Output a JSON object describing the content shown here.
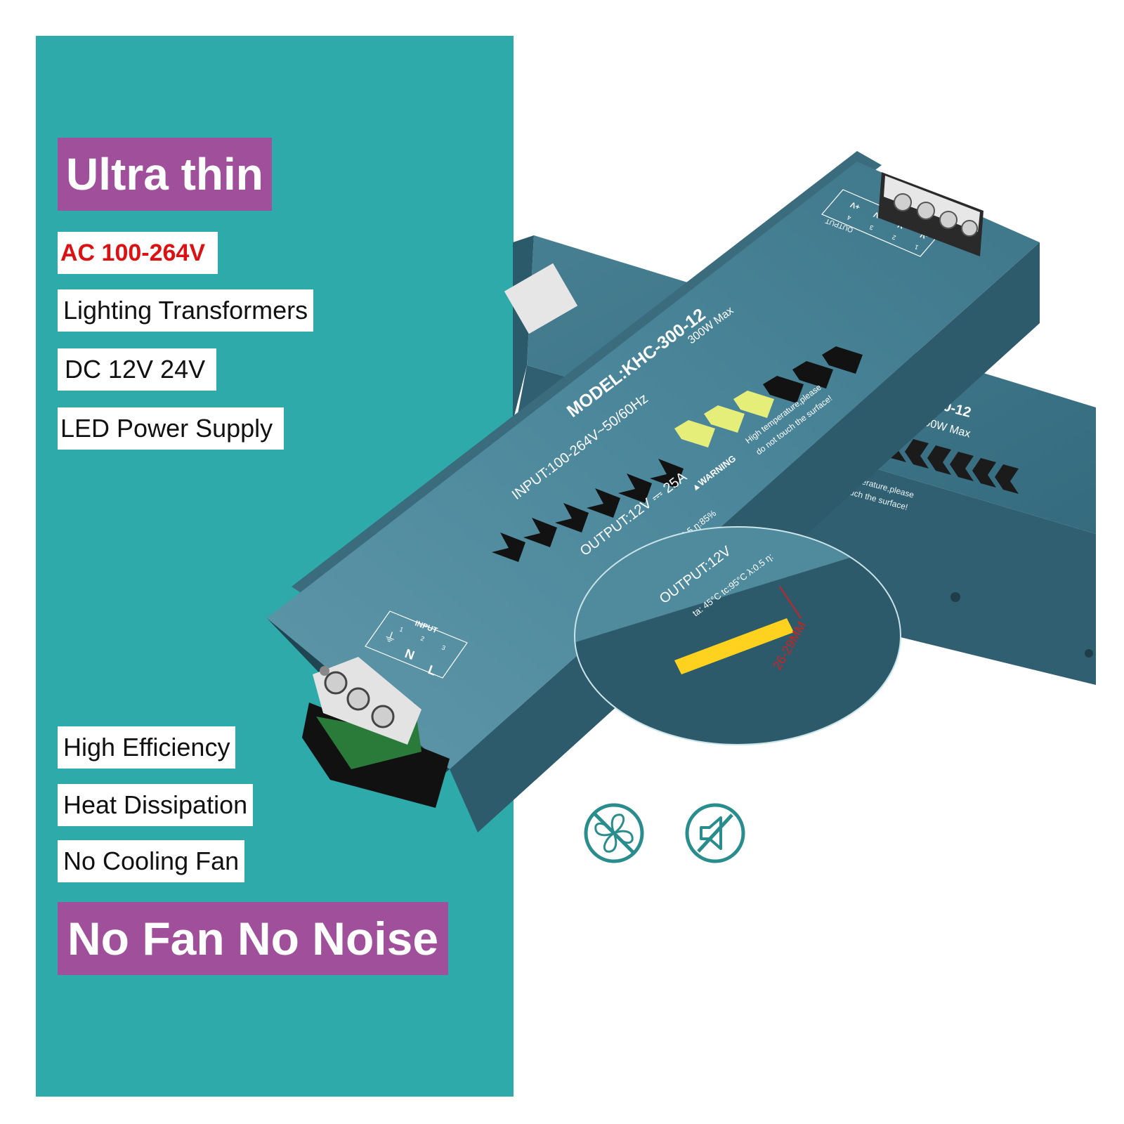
{
  "headline": "Ultra thin",
  "features_top": {
    "voltage": "AC 100-264V",
    "type": "Lighting Transformers",
    "output": "DC 12V 24V",
    "product": "LED Power Supply"
  },
  "features_bottom": {
    "efficiency": "High Efficiency",
    "heat": "Heat Dissipation",
    "fan": "No Cooling Fan"
  },
  "tagline": "No Fan No Noise",
  "front_unit": {
    "model": "MODEL:KHC-300-12",
    "max_power": "300W Max",
    "input": "INPUT:100-264V~50/60Hz",
    "output": "OUTPUT:12V ⎓ 25A",
    "warning_title": "▲WARNING",
    "warning_line1": "High temperature,please",
    "warning_line2": "do not touch the surface!",
    "specs": "ta: 45°C  tc:95°C  λ:0.5  η:85%",
    "output_terminal_title": "OUTPUT",
    "output_terminals": [
      "+V",
      "+V",
      "-V",
      "-V"
    ],
    "output_numbers": [
      "4",
      "3",
      "2",
      "1"
    ],
    "input_terminal_title": "INPUT",
    "input_terminals": [
      "⏚",
      "N",
      "L"
    ],
    "input_numbers": [
      "1",
      "2",
      "3"
    ]
  },
  "back_unit": {
    "model": "400-12",
    "max_power": "400W Max",
    "warning_line1": "temperature,please",
    "warning_line2": "ot touch the surface!"
  },
  "zoom": {
    "output": "OUTPUT:12V",
    "specs": "ta: 45°C  tc:95°C  λ:0.5  η:",
    "thickness": "26-29MM"
  },
  "icons": [
    "no-fan-icon",
    "no-sound-icon"
  ],
  "colors": {
    "panel": "#2eaaaa",
    "banner": "#a0509a",
    "voltage_text": "#dd1111",
    "unit_body": "#3f7d90",
    "dimension": "#cc2222",
    "icon_stroke": "#2a8d8d"
  }
}
